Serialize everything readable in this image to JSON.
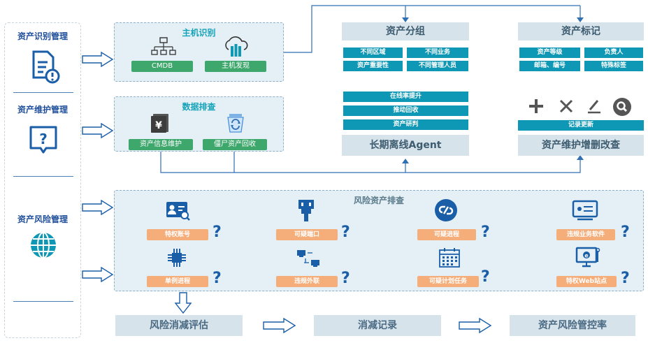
{
  "sidebar": {
    "sections": [
      {
        "title": "资产识别管理",
        "icon": "document-warning-icon"
      },
      {
        "title": "资产维护管理",
        "icon": "question-chat-icon"
      },
      {
        "title": "资产风险管理",
        "icon": "globe-icon"
      }
    ]
  },
  "host_panel": {
    "title": "主机识别",
    "items": [
      {
        "label": "CMDB",
        "icon": "network-tree-icon"
      },
      {
        "label": "主机发现",
        "icon": "cloud-server-icon"
      }
    ]
  },
  "data_panel": {
    "title": "数据排查",
    "items": [
      {
        "label": "资产信息维护",
        "icon": "yen-card-icon"
      },
      {
        "label": "僵尸资产回收",
        "icon": "recycle-bin-icon"
      }
    ]
  },
  "group_box": {
    "title": "资产分组",
    "tags": [
      "不同区域",
      "不同业务",
      "资产重要性",
      "不同管理人员"
    ]
  },
  "mark_box": {
    "title": "资产标记",
    "tags": [
      "资产等级",
      "负责人",
      "邮箱、编号",
      "特殊标签"
    ]
  },
  "agent_box": {
    "title": "长期离线Agent",
    "tags": [
      "在线率提升",
      "推动回收",
      "资产研判"
    ]
  },
  "crud_box": {
    "title": "资产维护增删改查",
    "tag": "记录更新",
    "icons": [
      "plus-icon",
      "close-icon",
      "edit-icon",
      "search-icon"
    ]
  },
  "risk_panel": {
    "title": "风险资产排查",
    "items": [
      {
        "label": "特权账号",
        "icon": "id-card-icon"
      },
      {
        "label": "可疑端口",
        "icon": "port-plug-icon"
      },
      {
        "label": "可疑进程",
        "icon": "process-link-icon"
      },
      {
        "label": "违规业务软件",
        "icon": "software-window-icon"
      },
      {
        "label": "单例进程",
        "icon": "chip-icon"
      },
      {
        "label": "违规外联",
        "icon": "outbound-connection-icon"
      },
      {
        "label": "可疑计划任务",
        "icon": "calendar-icon"
      },
      {
        "label": "特权Web站点",
        "icon": "web-monitor-icon"
      }
    ],
    "qmark": "?"
  },
  "bottom": {
    "steps": [
      "风险消减评估",
      "消减记录",
      "资产风险管控率"
    ]
  },
  "colors": {
    "teal": "#0e98b5",
    "green": "#3ea76c",
    "orange": "#f5ad7a",
    "navy": "#1b5ea8",
    "panel_bg": "#e4f0f6"
  }
}
